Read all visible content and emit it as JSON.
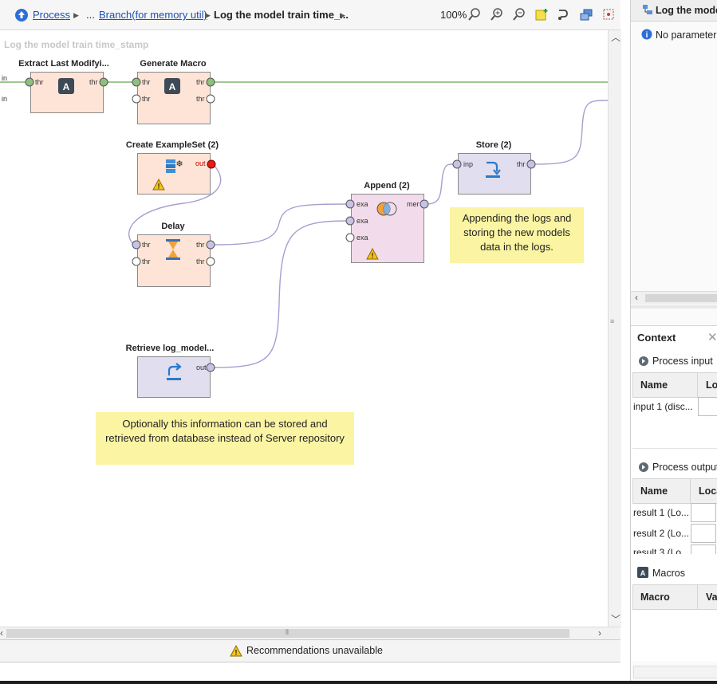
{
  "toolbar": {
    "breadcrumb": {
      "process": "Process",
      "ellipsis": "...",
      "branch": "Branch(for memory util)",
      "current": "Log the model train time_..."
    },
    "zoom": "100%"
  },
  "canvas": {
    "process_label": "Log the model train time_stamp",
    "left_ports": [
      "in",
      "in"
    ],
    "operators": {
      "extract": {
        "title": "Extract Last Modifyi...",
        "in": "thr",
        "out": "thr"
      },
      "generate": {
        "title": "Generate Macro",
        "in1": "thr",
        "in2": "thr",
        "out1": "thr",
        "out2": "thr"
      },
      "create": {
        "title": "Create ExampleSet (2)",
        "out": "out"
      },
      "delay": {
        "title": "Delay",
        "in1": "thr",
        "in2": "thr",
        "out1": "thr",
        "out2": "thr"
      },
      "append": {
        "title": "Append (2)",
        "in1": "exa",
        "in2": "exa",
        "in3": "exa",
        "out": "mer"
      },
      "store": {
        "title": "Store (2)",
        "in": "inp",
        "out": "thr"
      },
      "retrieve": {
        "title": "Retrieve log_model...",
        "out": "out"
      }
    },
    "notes": {
      "append_note": [
        "Appending the logs and",
        "storing the new models",
        "data in the logs."
      ],
      "db_note": [
        "Optionally this information can be stored and",
        "retrieved from database instead of Server repository"
      ]
    }
  },
  "status": {
    "recommendations": "Recommendations unavailable"
  },
  "right_panel": {
    "params_title": "Log the mode",
    "no_params": "No parameter",
    "context_title": "Context",
    "process_input": "Process input",
    "input_headers": [
      "Name",
      "Lo"
    ],
    "input_rows": [
      "input 1 (disc..."
    ],
    "process_output": "Process output",
    "output_headers": [
      "Name",
      "Loca"
    ],
    "output_rows": [
      "result 1 (Lo...",
      "result 2 (Lo...",
      "result 3 (Lo..."
    ],
    "macros": "Macros",
    "macro_headers": [
      "Macro",
      "Va"
    ]
  },
  "colors": {
    "operator_orange": "#fde4d6",
    "operator_purple": "#e0deef",
    "operator_pink": "#f2dcec",
    "note_yellow": "#fbf4a3",
    "link_blue": "#1a4fb5"
  }
}
